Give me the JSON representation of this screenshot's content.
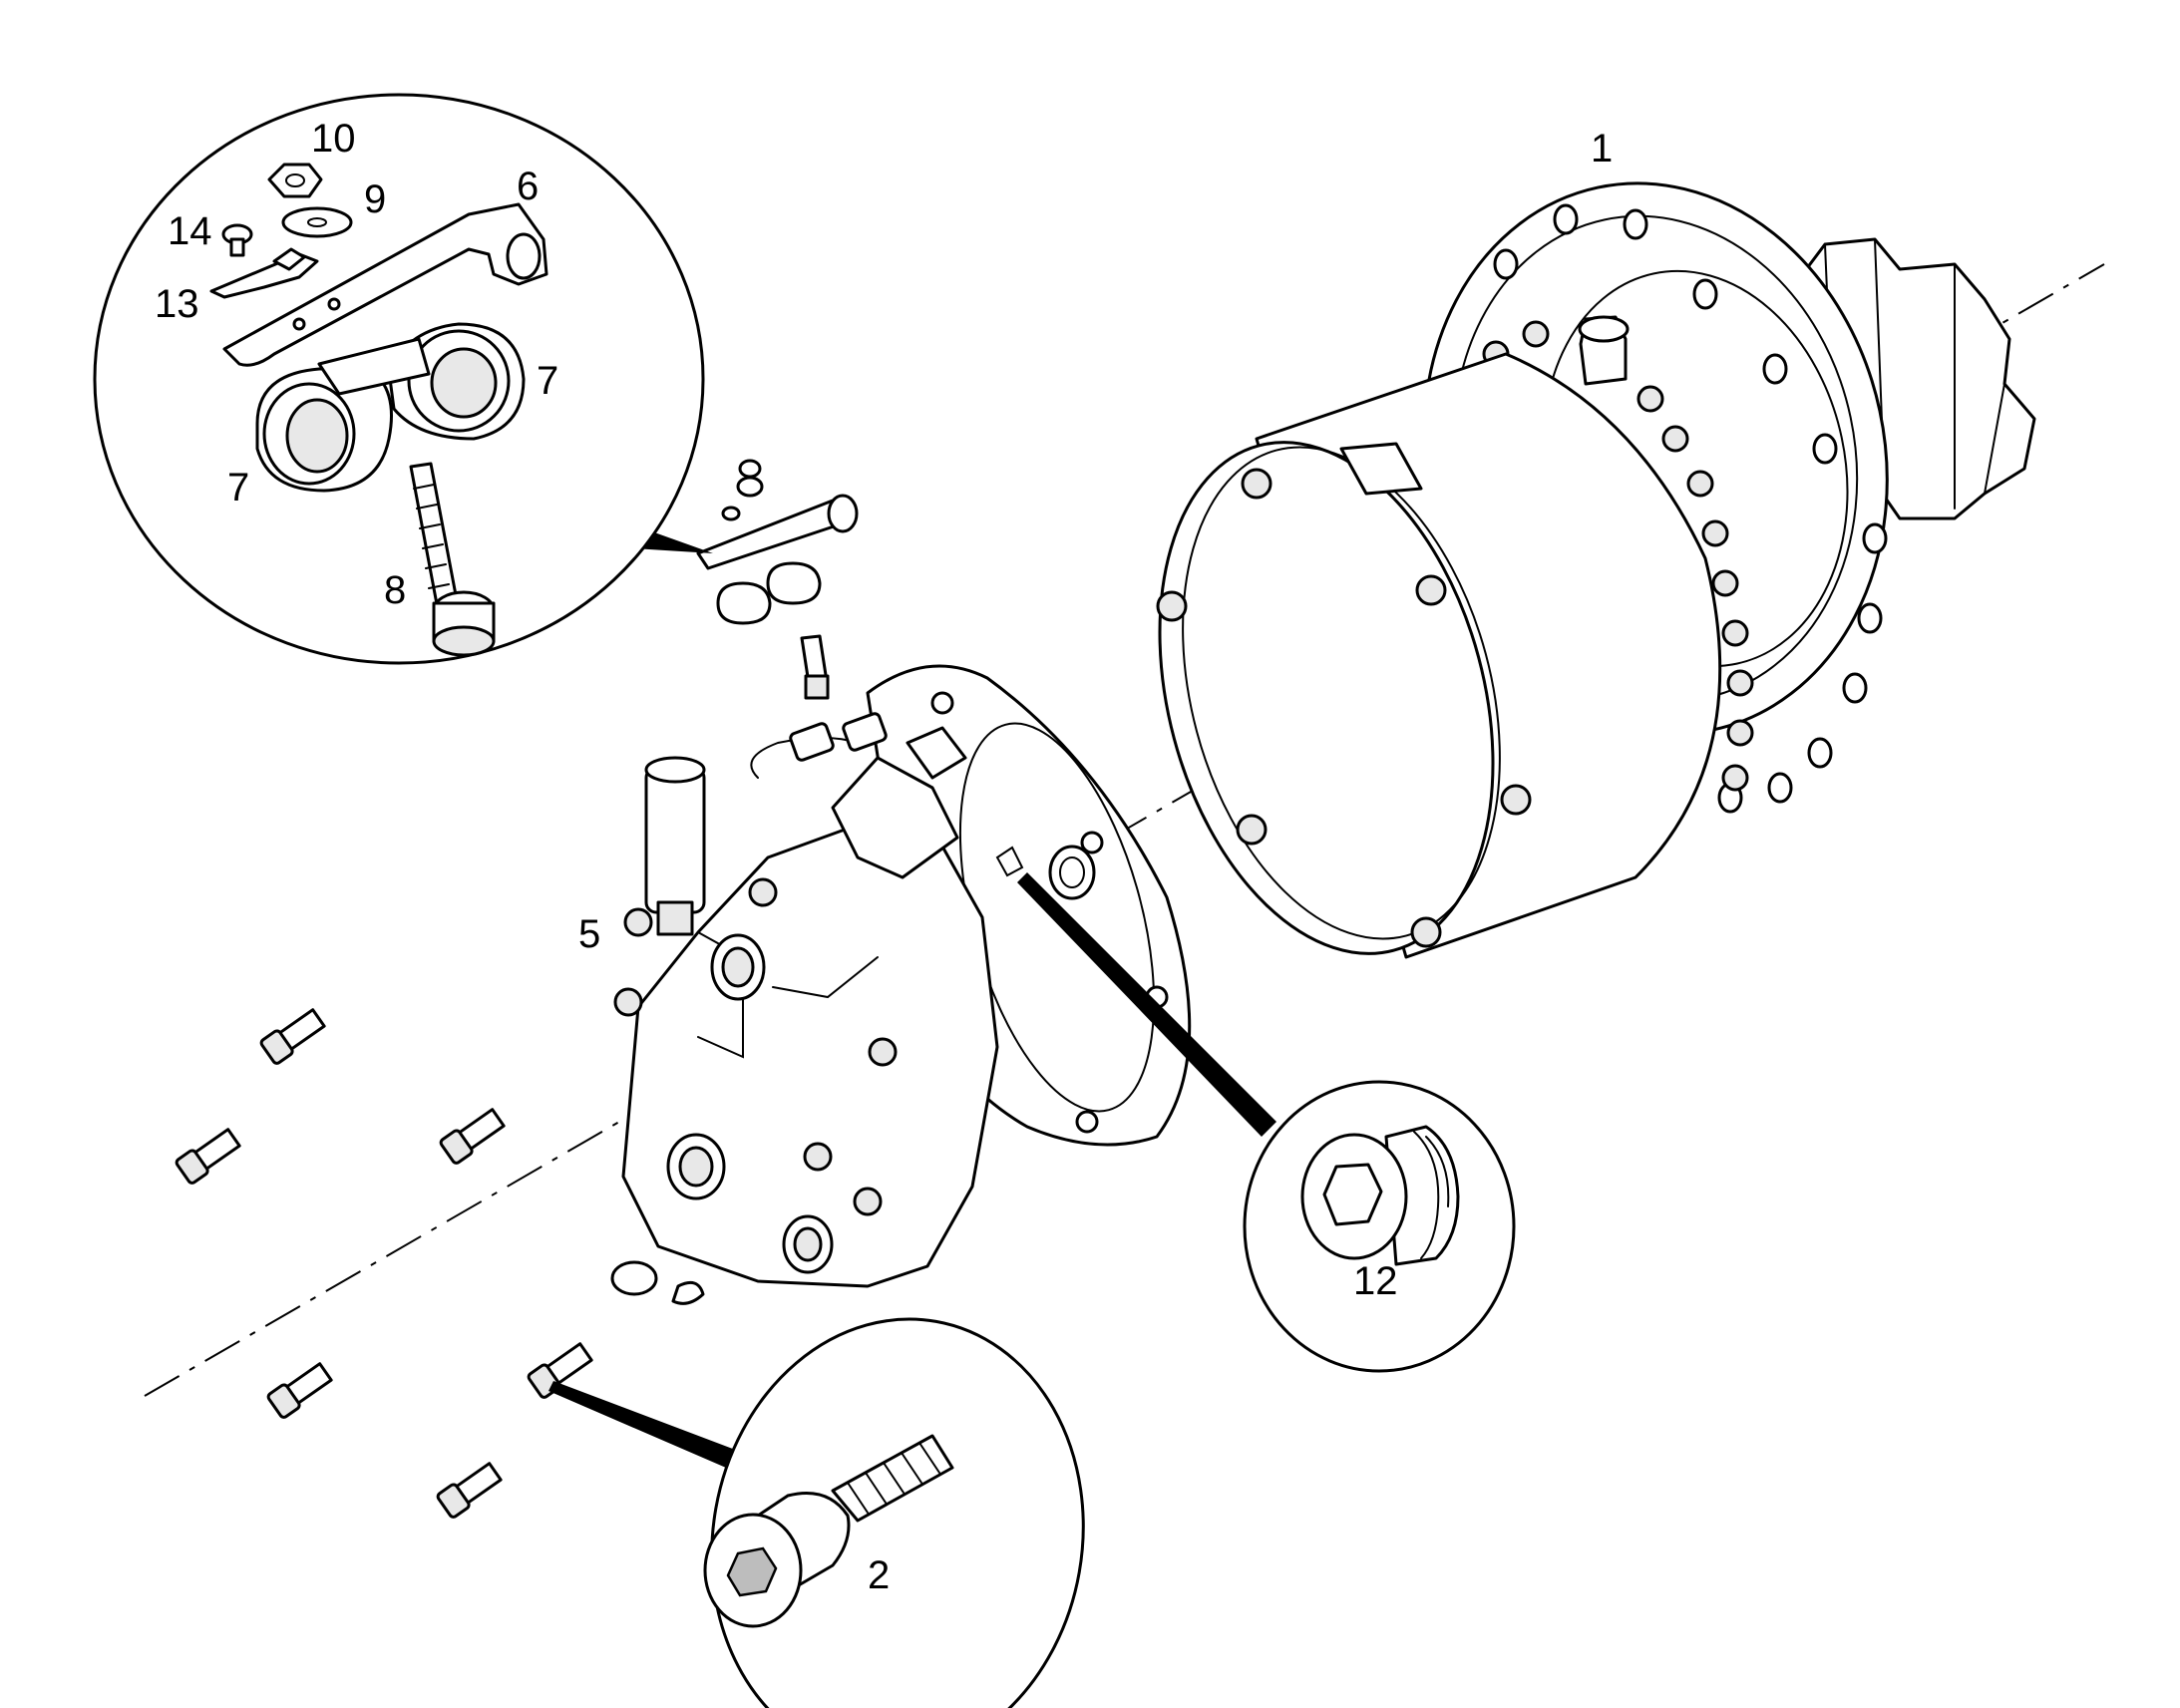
{
  "callouts": {
    "c1": "1",
    "c2": "2",
    "c5": "5",
    "c6": "6",
    "c7a": "7",
    "c7b": "7",
    "c8": "8",
    "c9": "9",
    "c10": "10",
    "c12": "12",
    "c13": "13",
    "c14": "14"
  }
}
